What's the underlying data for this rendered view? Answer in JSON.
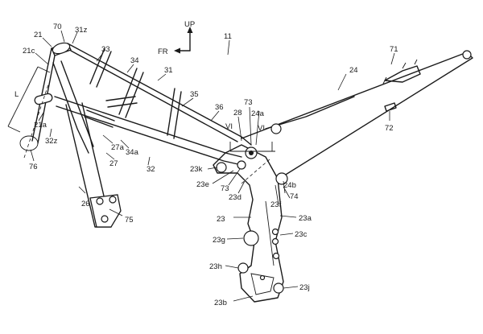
{
  "orientation": {
    "up": "UP",
    "fr": "FR"
  },
  "dimension_label": "L",
  "section_marks": [
    "VI",
    "VI"
  ],
  "reference_numerals": {
    "n11": "11",
    "n21": "21",
    "n70": "70",
    "n31z": "31z",
    "n21c": "21c",
    "n33": "33",
    "n34": "34",
    "n31": "31",
    "n35": "35",
    "n36": "36",
    "n28": "28",
    "n73a": "73",
    "n24a": "24a",
    "n24": "24",
    "n71": "71",
    "n72": "72",
    "n21a": "21a",
    "n32z": "32z",
    "n27a": "27a",
    "n34a": "34a",
    "n27": "27",
    "n32": "32",
    "n23k": "23k",
    "n23e": "23e",
    "n73b": "73",
    "n23d": "23d",
    "n24b": "24b",
    "n74": "74",
    "n23f": "23f",
    "n76": "76",
    "n26": "26",
    "n75": "75",
    "n23": "23",
    "n23a": "23a",
    "n23g": "23g",
    "n23c": "23c",
    "n23h": "23h",
    "n23j": "23j",
    "n23b": "23b"
  }
}
